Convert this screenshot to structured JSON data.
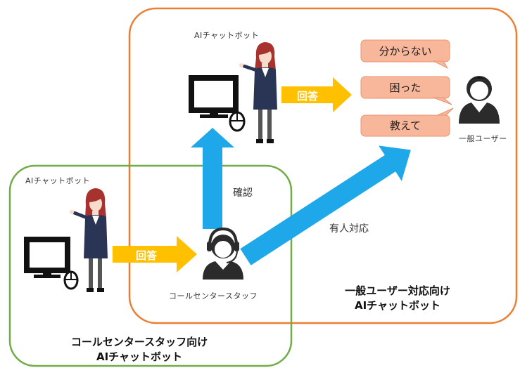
{
  "groups": {
    "public": {
      "title_line1": "一般ユーザー対応向け",
      "title_line2": "AIチャットボット",
      "color": "#ed7d31"
    },
    "staff": {
      "title_line1": "コールセンタースタッフ向け",
      "title_line2": "AIチャットボット",
      "color": "#70ad47"
    }
  },
  "labels": {
    "bot_top": "AIチャットボット",
    "bot_left": "AIチャットボット",
    "general_user": "一般ユーザー",
    "call_staff": "コールセンタースタッフ",
    "confirm": "確認",
    "human_support": "有人対応",
    "answer_top": "回答",
    "answer_left": "回答"
  },
  "bubbles": [
    "分からない",
    "困った",
    "教えて"
  ],
  "colors": {
    "blue_arrow": "#1ea7e9",
    "orange_arrow": "#ffc000",
    "bubble_fill": "#f8b79a",
    "bubble_stroke": "#e8956f",
    "navy": "#2a3556"
  }
}
